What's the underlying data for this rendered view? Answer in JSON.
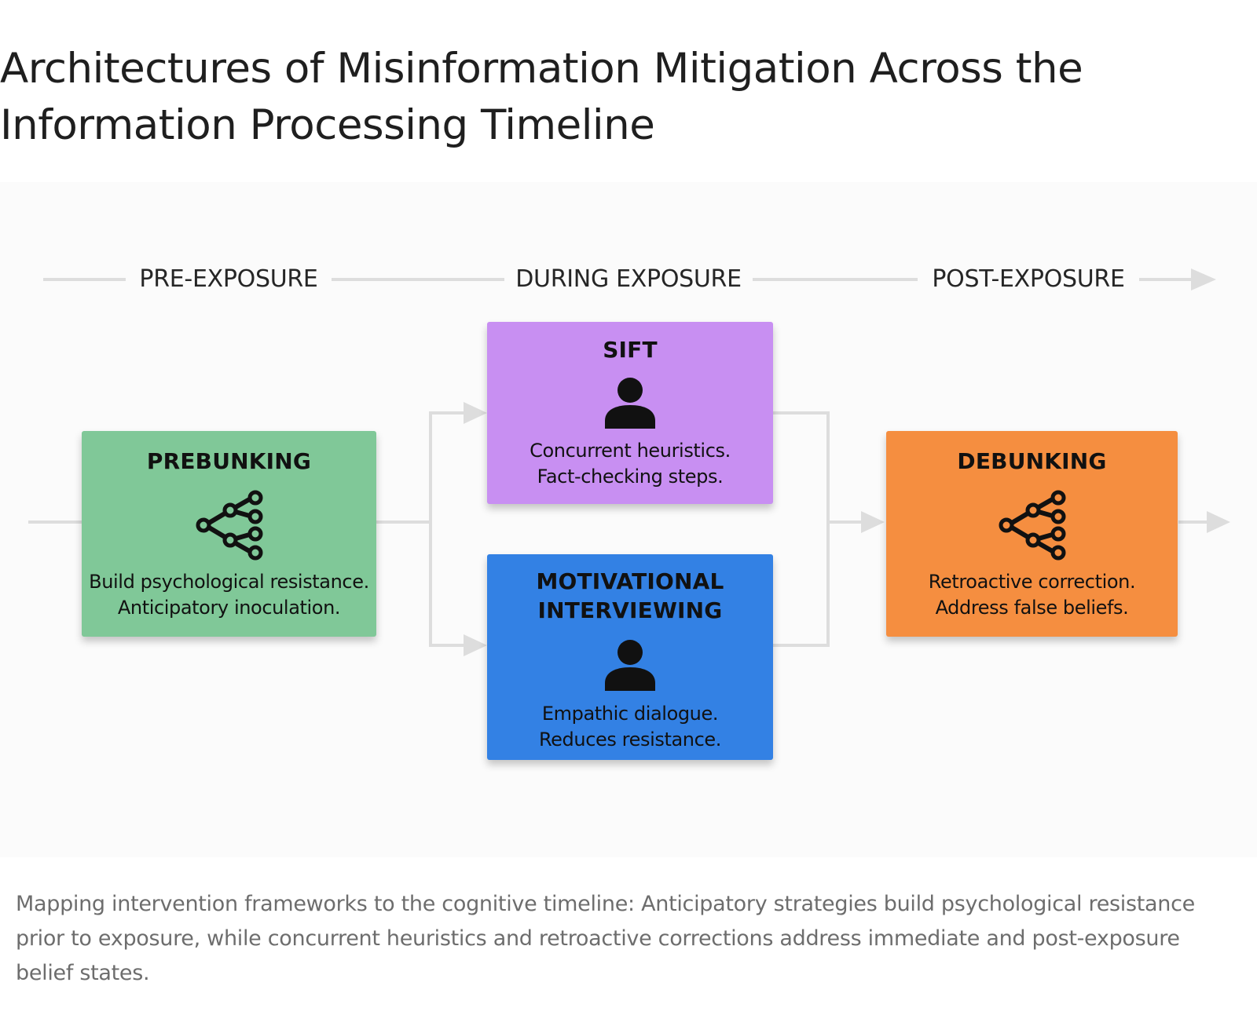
{
  "title": "Architectures of Misinformation Mitigation Across the Information Processing Timeline",
  "phases": [
    {
      "label": "PRE-EXPOSURE"
    },
    {
      "label": "DURING EXPOSURE"
    },
    {
      "label": "POST-EXPOSURE"
    }
  ],
  "nodes": {
    "prebunking": {
      "title": "PREBUNKING",
      "icon": "branching-network-icon",
      "lines": [
        "Build psychological resistance.",
        "Anticipatory inoculation."
      ],
      "color": "#80c898"
    },
    "sift": {
      "title": "SIFT",
      "icon": "person-icon",
      "lines": [
        "Concurrent heuristics.",
        "Fact-checking steps."
      ],
      "color": "#c88ff2"
    },
    "motivational_interviewing": {
      "title_lines": [
        "MOTIVATIONAL",
        "INTERVIEWING"
      ],
      "icon": "person-icon",
      "lines": [
        "Empathic dialogue.",
        "Reduces resistance."
      ],
      "color": "#3381e4"
    },
    "debunking": {
      "title": "DEBUNKING",
      "icon": "branching-network-icon",
      "lines": [
        "Retroactive correction.",
        "Address false beliefs."
      ],
      "color": "#f58e40"
    }
  },
  "connector_color": "#dddddd",
  "caption": "Mapping intervention frameworks to the cognitive timeline: Anticipatory strategies build psychological resistance prior to exposure, while concurrent heuristics and retroactive corrections address immediate and post-exposure belief states."
}
